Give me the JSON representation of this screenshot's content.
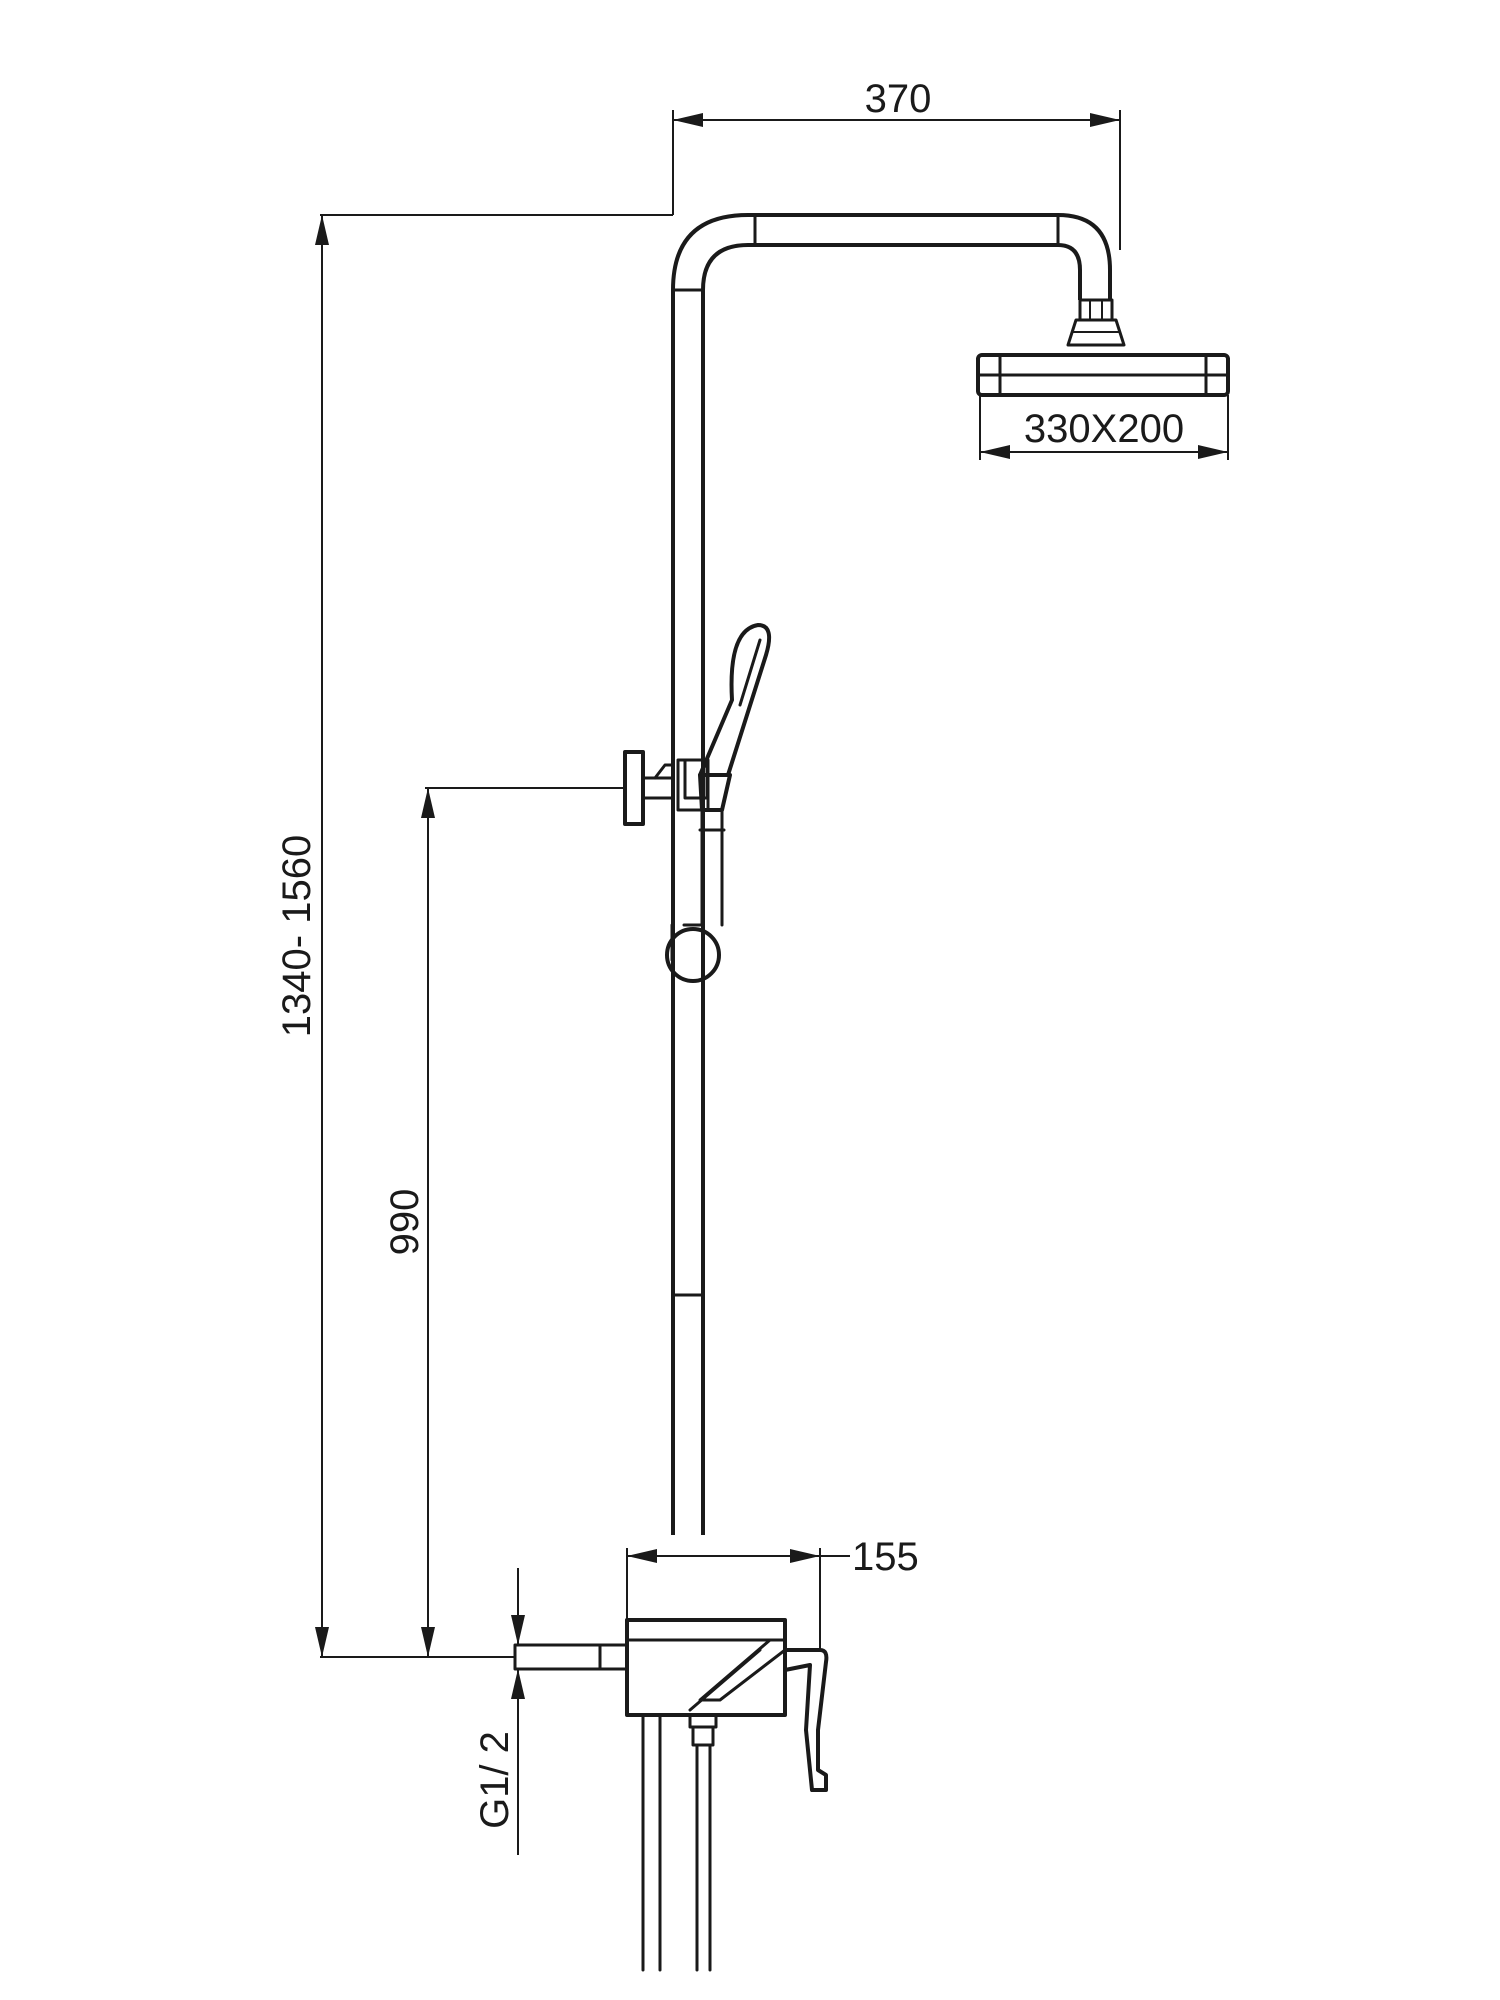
{
  "dimensions": {
    "arm_reach": "370",
    "head_size": "330X200",
    "total_height": "1340- 1560",
    "mixer_height": "990",
    "mixer_depth": "155",
    "thread": "G1/ 2"
  },
  "colors": {
    "line": "#1a1a1a",
    "background": "#ffffff"
  }
}
